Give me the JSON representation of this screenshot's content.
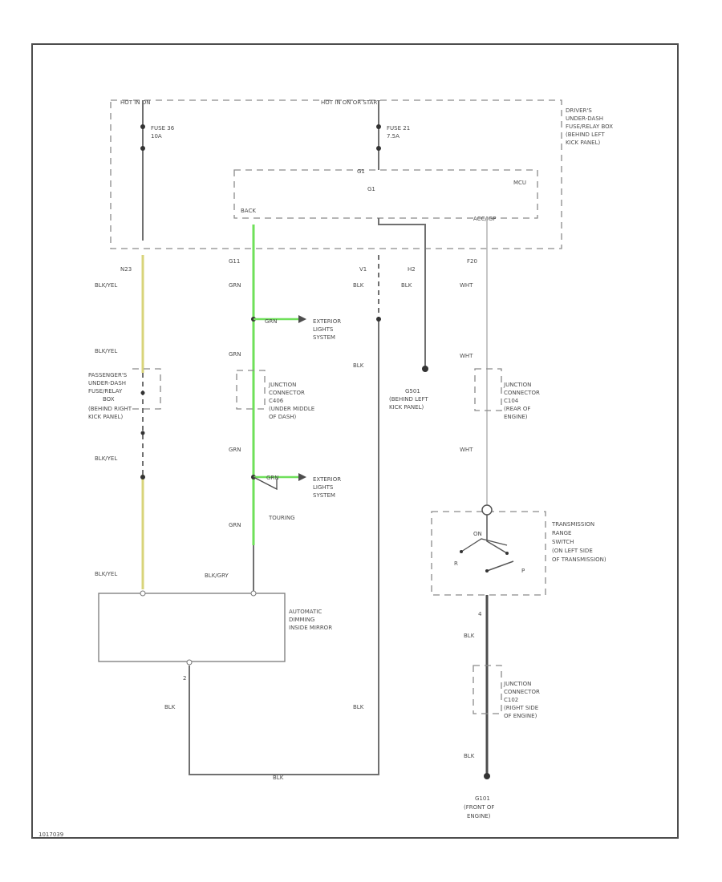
{
  "colors": {
    "green_wire": "#6fe05a",
    "yellow_wire": "#d8d47a",
    "frame": "#4d4d4d"
  },
  "top": {
    "hot_label_left": "HOT IN ON",
    "hot_label_center": "HOT IN ON OR START",
    "fuse_left": [
      "FUSE 36",
      "10A"
    ],
    "fuse_center": [
      "FUSE 21",
      "7.5A"
    ],
    "driver_box": [
      "DRIVER'S",
      "UNDER-DASH",
      "FUSE/RELAY BOX",
      "(BEHIND LEFT",
      "KICK PANEL)"
    ],
    "mcu_left": "G1",
    "mcu_right": "MCU",
    "pin_back": "BACK",
    "pin_acc": "ACC/IGP",
    "pin_g1": "G1",
    "terminal_n23": "N23",
    "terminal_g11": "G11",
    "terminal_v1": "V1",
    "terminal_h2": "H2",
    "terminal_f20": "F20"
  },
  "wires": {
    "blk_yel": "BLK/YEL",
    "grn": "GRN",
    "blk": "BLK",
    "wht": "WHT",
    "blk_gry": "BLK/GRY",
    "touring": "TOURING"
  },
  "components": {
    "passenger_box": [
      "PASSENGER'S",
      "UNDER-DASH",
      "FUSE/RELAY",
      "BOX",
      "(BEHIND RIGHT",
      "KICK PANEL)"
    ],
    "ext_lights_1": [
      "EXTERIOR",
      "LIGHTS",
      "SYSTEM"
    ],
    "ext_lights_2": [
      "EXTERIOR",
      "LIGHTS",
      "SYSTEM"
    ],
    "jc_c406": [
      "JUNCTION",
      "CONNECTOR",
      "C406",
      "(UNDER MIDDLE",
      "OF DASH)"
    ],
    "g501": [
      "G501",
      "(BEHIND LEFT",
      "KICK PANEL)"
    ],
    "jc_c104": [
      "JUNCTION",
      "CONNECTOR",
      "C104",
      "(REAR OF",
      "ENGINE)"
    ],
    "trans_switch": [
      "TRANSMISSION",
      "RANGE",
      "SWITCH",
      "(ON LEFT SIDE",
      "OF TRANSMISSION)"
    ],
    "mirror": [
      "AUTOMATIC",
      "DIMMING",
      "INSIDE MIRROR"
    ],
    "jc_c102": [
      "JUNCTION",
      "CONNECTOR",
      "C102",
      "(RIGHT SIDE",
      "OF ENGINE)"
    ],
    "g101": [
      "G101",
      "(FRONT OF",
      "ENGINE)"
    ],
    "switch_pins": {
      "r": "R",
      "on": "ON",
      "p": "P"
    },
    "mirror_pin": "2",
    "switch_pin": "4"
  },
  "footer_code": "1017039"
}
